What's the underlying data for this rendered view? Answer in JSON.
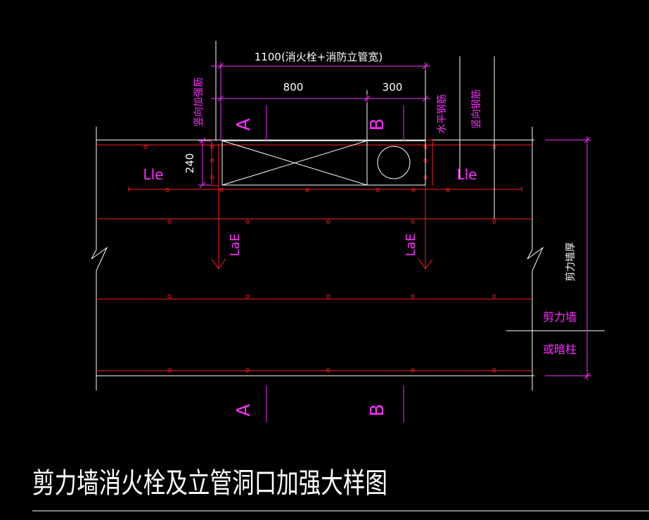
{
  "dims": {
    "overall": "1100(消火栓+消防立管宽)",
    "left": "800",
    "right": "300",
    "height": "240"
  },
  "labels": {
    "vert_add_bar": "竖向加强筋",
    "horiz_bar": "水平钢筋",
    "vert_bar": "竖向钢筋",
    "lle_left": "Lle",
    "lle_right": "Lle",
    "lae_left": "LaE",
    "lae_right": "LaE",
    "section_a_top": "A",
    "section_b_top": "B",
    "section_a_bottom": "A",
    "section_b_bottom": "B",
    "wall_thickness": "剪力墙厚",
    "shear_wall": "剪力墙",
    "hidden_column": "或暗柱"
  },
  "title": "剪力墙消火栓及立管洞口加强大样图",
  "colors": {
    "background": "#000000",
    "rebar": "#ff2020",
    "dimension": "#ff30ff",
    "outline": "#ffffff",
    "title": "#ffffff"
  }
}
